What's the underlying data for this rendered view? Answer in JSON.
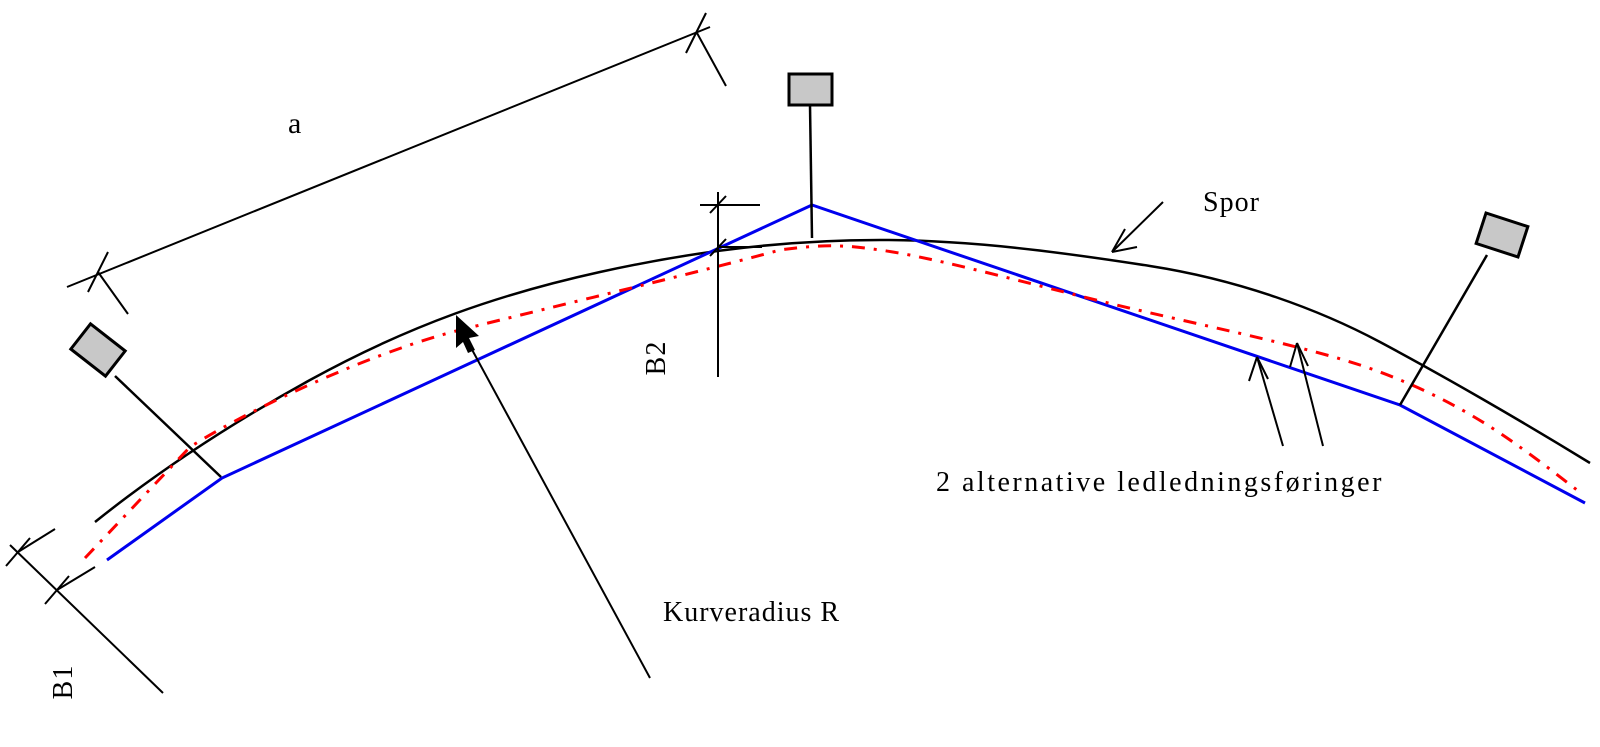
{
  "diagram": {
    "labels": {
      "dim_a": "a",
      "dim_b1": "B1",
      "dim_b2": "B2",
      "spor": "Spor",
      "kurveradius": "Kurveradius R",
      "alternatives": "2 alternative ledledningsføringer"
    },
    "colors": {
      "track": "#000000",
      "chord_route": "#0000ee",
      "alt_route": "#ff0000",
      "mast_fill": "#c8c8c8",
      "mast_outline": "#000000",
      "dimension_lines": "#000000",
      "background": "#ffffff"
    }
  }
}
